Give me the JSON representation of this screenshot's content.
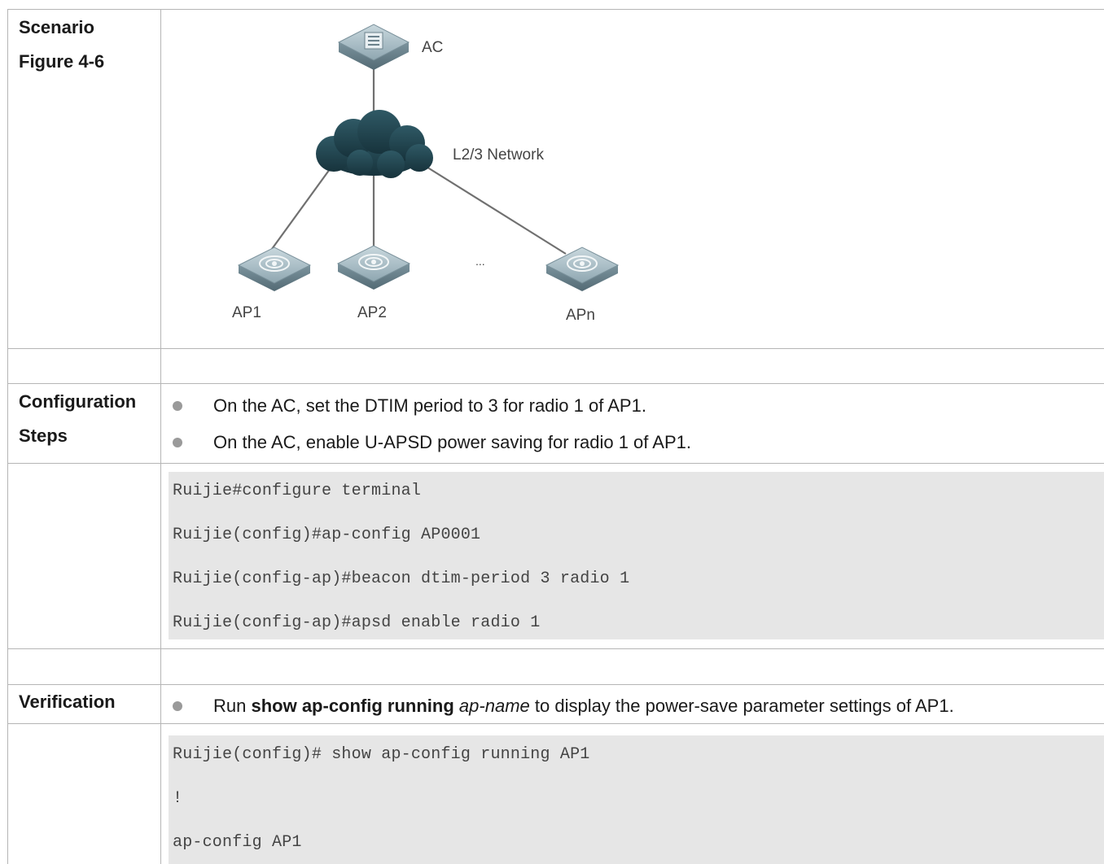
{
  "scenario": {
    "label_line1": "Scenario",
    "label_line2": "Figure 4-6",
    "diagram": {
      "ac_label": "AC",
      "network_label": "L2/3 Network",
      "ap1_label": "AP1",
      "ap2_label": "AP2",
      "ellipsis_label": "...",
      "apn_label": "APn"
    }
  },
  "configuration": {
    "label_line1": "Configuration",
    "label_line2": "Steps",
    "steps": [
      "On the AC, set the DTIM period to 3 for radio 1 of AP1.",
      "On the AC, enable U-APSD power saving for radio 1 of AP1."
    ],
    "code_lines": [
      "Ruijie#configure terminal",
      "Ruijie(config)#ap-config AP0001",
      "Ruijie(config-ap)#beacon dtim-period 3 radio 1",
      "Ruijie(config-ap)#apsd enable radio 1"
    ]
  },
  "verification": {
    "label": "Verification",
    "step_prefix": "Run ",
    "step_command": "show ap-config running",
    "step_arg": "ap-name",
    "step_suffix": " to display the power-save parameter settings of AP1.",
    "code_lines": [
      "Ruijie(config)# show ap-config running AP1",
      "!",
      "ap-config AP1"
    ]
  }
}
